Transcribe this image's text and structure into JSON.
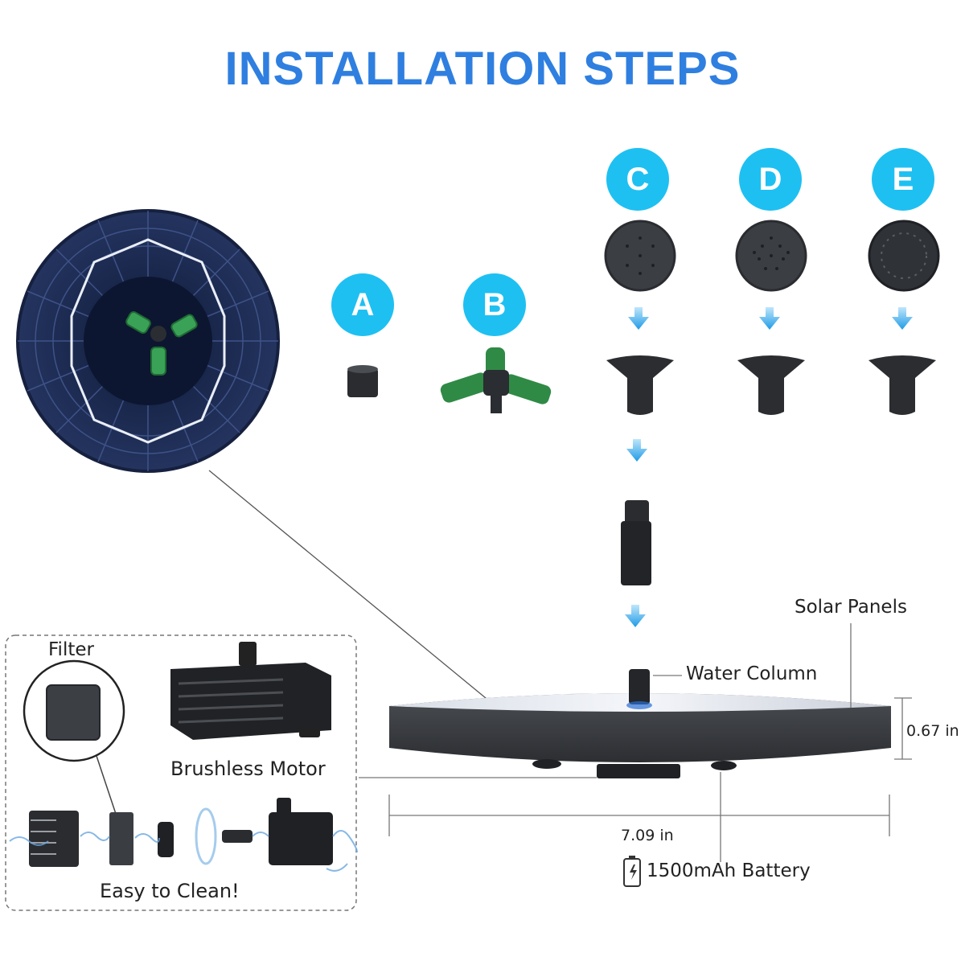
{
  "title": "INSTALLATION STEPS",
  "steps": [
    {
      "letter": "A",
      "part": "nozzle-cap"
    },
    {
      "letter": "B",
      "part": "three-way-nozzle"
    },
    {
      "letter": "C",
      "part": "spray-head"
    },
    {
      "letter": "D",
      "part": "spray-head"
    },
    {
      "letter": "E",
      "part": "spray-head"
    }
  ],
  "labels": {
    "solar_panels": "Solar Panels",
    "water_column": "Water Column",
    "height": "0.67 in",
    "width": "7.09 in",
    "battery": "1500mAh Battery",
    "filter": "Filter",
    "motor": "Brushless Motor",
    "easy_clean": "Easy to Clean!"
  },
  "colors": {
    "title": "#2f7fe0",
    "badge": "#1ec0f2",
    "arrow": "#2aa8ea",
    "panel": "#1e2d55",
    "nozzle_green": "#2f8a45",
    "body": "#3a3d42"
  }
}
